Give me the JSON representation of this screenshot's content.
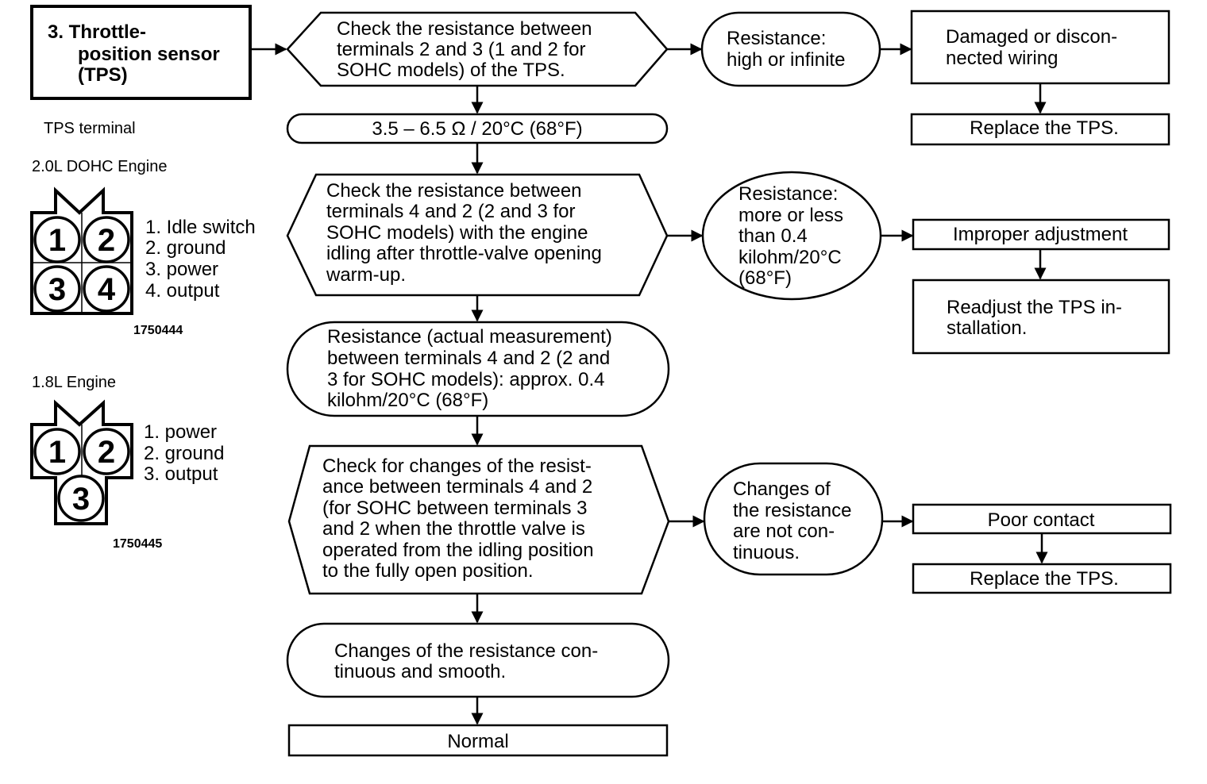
{
  "title_box": {
    "lines": [
      "3.  Throttle-",
      "position sensor",
      "(TPS)"
    ]
  },
  "terminal_panel": {
    "heading": "TPS terminal",
    "engine_20": {
      "label": "2.0L  DOHC  Engine",
      "pins": [
        "1",
        "2",
        "3",
        "4"
      ],
      "legend": [
        "1. Idle switch",
        "2. ground",
        "3. power",
        "4. output"
      ],
      "code": "1750444"
    },
    "engine_18": {
      "label": "1.8L  Engine",
      "pins": [
        "1",
        "2",
        "3"
      ],
      "legend": [
        "1. power",
        "2. ground",
        "3. output"
      ],
      "code": "1750445"
    }
  },
  "flow": {
    "check1": [
      "Check the resistance between",
      "terminals 2 and 3 (1 and 2 for",
      "SOHC models) of the TPS."
    ],
    "spec1": "3.5 – 6.5 Ω / 20°C (68°F)",
    "check2": [
      "Check the resistance between",
      "terminals 4 and 2 (2 and 3 for",
      "SOHC models) with the engine",
      "idling after throttle-valve opening",
      "warm-up."
    ],
    "result2": [
      "Resistance (actual measurement)",
      "between terminals 4 and 2 (2 and",
      "3 for SOHC models): approx. 0.4",
      "kilohm/20°C (68°F)"
    ],
    "check3": [
      "Check for changes of the resist-",
      "ance between terminals 4 and 2",
      "(for SOHC between terminals 3",
      "and 2 when the throttle valve is",
      "operated from the idling position",
      "to the fully open position."
    ],
    "result3": [
      "Changes of the resistance con-",
      "tinuous and smooth."
    ],
    "normal": "Normal"
  },
  "faults": {
    "f1_condition": [
      "Resistance:",
      "high or infinite"
    ],
    "f1_cause": [
      "Damaged or discon-",
      "nected wiring"
    ],
    "f1_action": "Replace the TPS.",
    "f2_condition": [
      "Resistance:",
      "more or less",
      "than 0.4",
      "kilohm/20°C",
      "(68°F)"
    ],
    "f2_cause": "Improper adjustment",
    "f2_action": [
      "Readjust the TPS in-",
      "stallation."
    ],
    "f3_condition": [
      "Changes of",
      "the resistance",
      "are not con-",
      "tinuous."
    ],
    "f3_cause": "Poor contact",
    "f3_action": "Replace the TPS."
  }
}
